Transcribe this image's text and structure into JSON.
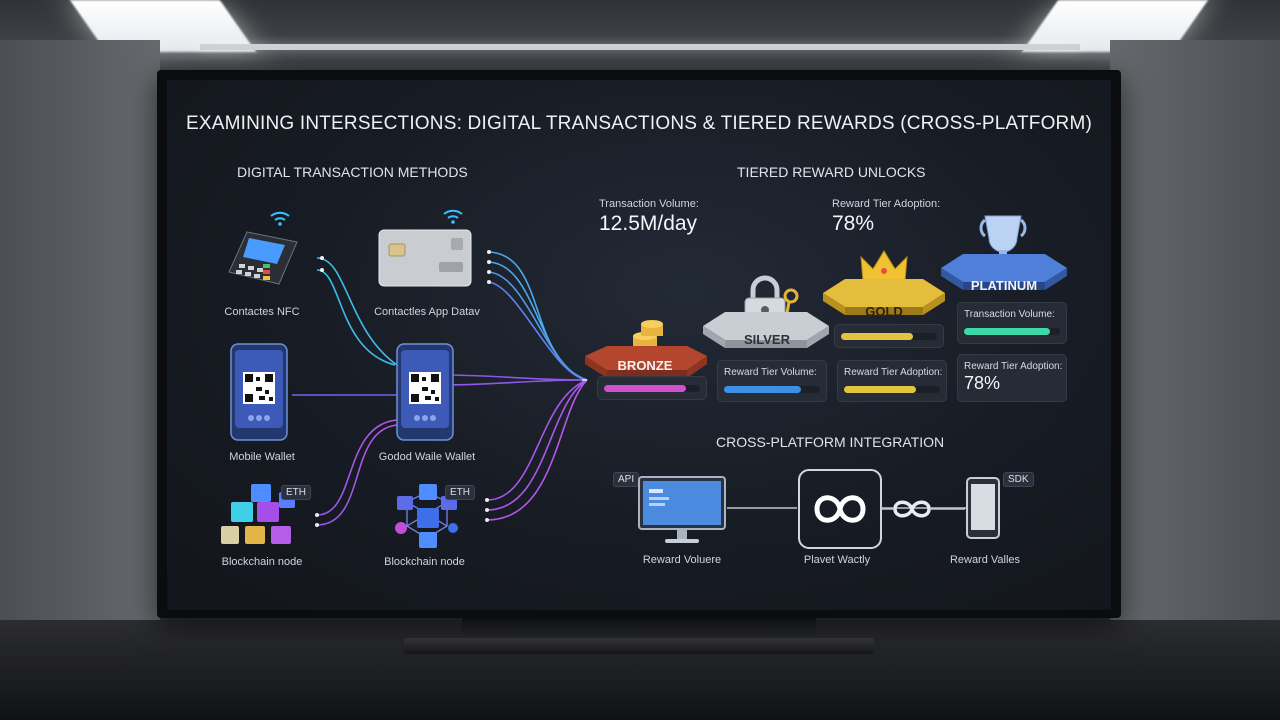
{
  "title": "EXAMINING INTERSECTIONS: DIGITAL TRANSACTIONS & TIERED REWARDS (CROSS-PLATFORM)",
  "sections": {
    "methods": "DIGITAL TRANSACTION METHODS",
    "rewards": "TIERED REWARD UNLOCKS",
    "integration": "CROSS-PLATFORM INTEGRATION"
  },
  "methods": {
    "nfc_terminal": "Contactes NFC",
    "card": "Contactles App Datav",
    "mobile_wallet": "Mobile Wallet",
    "other_wallet": "Godod Waile Wallet",
    "blockchain_1": "Blockchain node",
    "blockchain_2": "Blockchain node",
    "eth_tag_1": "ETH",
    "eth_tag_2": "ETH"
  },
  "stats": {
    "volume_label": "Transaction Volume:",
    "volume_value": "12.5M/day",
    "adoption_label": "Reward Tier Adoption:",
    "adoption_value": "78%"
  },
  "tiers": {
    "bronze": {
      "label": "BRONZE",
      "bar": 0.85,
      "color": "#d24fd0"
    },
    "silver": {
      "label": "SILVER",
      "panel": "Reward Tier Volume:",
      "bar": 0.8,
      "color": "#3f8fe6"
    },
    "gold": {
      "label": "GOLD",
      "panel": "Reward Tier Adoption:",
      "bar": 0.75,
      "color": "#e4c43e"
    },
    "platinum": {
      "label": "PLATINUM",
      "panel1": "Transaction Volume:",
      "bar": 0.9,
      "color": "#3fd8a8",
      "panel2": "Reward Tier Adoption:",
      "panel2_value": "78%"
    }
  },
  "integration": {
    "api_tag": "API",
    "sdk_tag": "SDK",
    "left_label": "Reward Voluere",
    "center_label": "Plavet Wactly",
    "right_label": "Reward Valles"
  },
  "icons": [
    "wifi-icon",
    "pos-terminal-icon",
    "credit-card-icon",
    "smartphone-qr-icon",
    "blockchain-cubes-icon",
    "coins-icon",
    "padlock-key-icon",
    "crown-icon",
    "trophy-icon",
    "monitor-icon",
    "infinity-icon",
    "tablet-icon"
  ]
}
